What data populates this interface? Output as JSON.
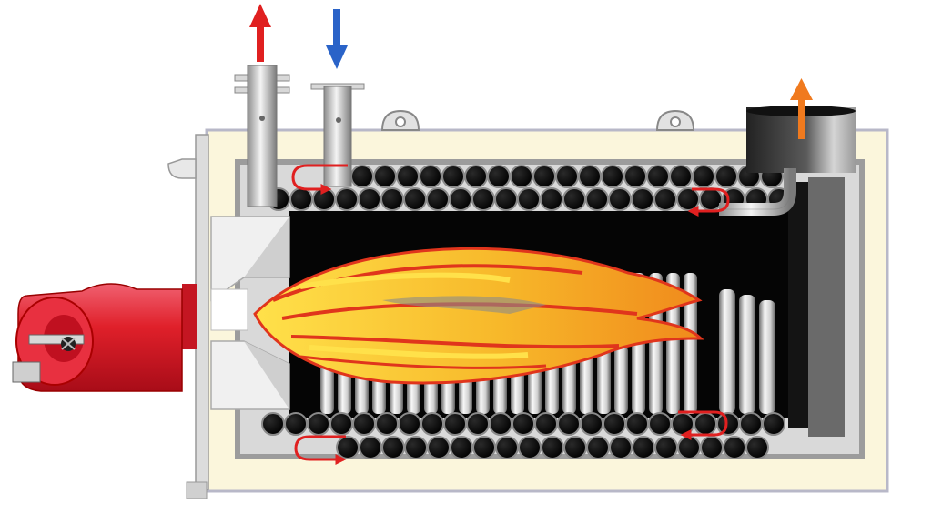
{
  "colors": {
    "background": "#ffffff",
    "casing": "#fbf6dc",
    "casing_edge": "#b8b8c8",
    "insulation": "#d9d9d9",
    "furnace_interior": "#050505",
    "tube_stroke": "#8a8a8a",
    "burner": "#e0202a",
    "flame_outer": "#f2a21c",
    "flame_inner": "#ffe14a",
    "flame_edge": "#e0351c",
    "flow_arrow": "#e02020",
    "hot_water_out": "#e02020",
    "cold_water_in": "#2a63c8",
    "exhaust_out": "#f07a1e"
  },
  "icons": {
    "hot_water_outlet": "arrow-up-icon",
    "cold_water_inlet": "arrow-down-icon",
    "flue_gas_outlet": "arrow-up-icon"
  },
  "components": {
    "burner": "burner",
    "furnace": "combustion-chamber",
    "tubes": "water-tube-rows",
    "flue": "chimney-stack"
  }
}
